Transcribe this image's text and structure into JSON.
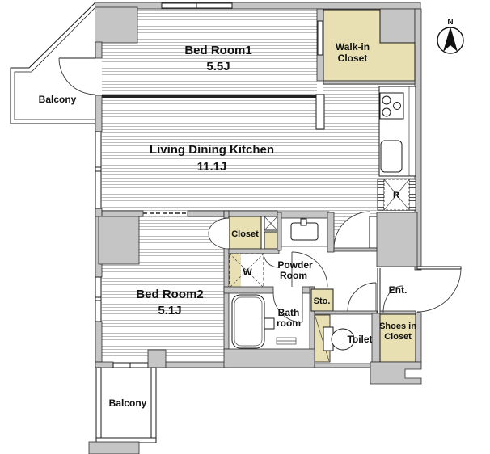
{
  "compass": {
    "label": "N"
  },
  "rooms": {
    "bedroom1": {
      "name": "Bed Room1",
      "size": "5.5J"
    },
    "walk_in_closet": {
      "line1": "Walk-in",
      "line2": "Closet"
    },
    "ldk": {
      "name": "Living Dining Kitchen",
      "size": "11.1J"
    },
    "balcony_top": {
      "name": "Balcony"
    },
    "balcony_bottom": {
      "name": "Balcony"
    },
    "bedroom2": {
      "name": "Bed Room2",
      "size": "5.1J"
    },
    "closet": {
      "name": "Closet"
    },
    "powder_room": {
      "line1": "Powder",
      "line2": "Room"
    },
    "bath_room": {
      "line1": "Bath",
      "line2": "room"
    },
    "storage": {
      "name": "Sto."
    },
    "toilet": {
      "name": "Toilet"
    },
    "entrance": {
      "name": "Ent."
    },
    "shoes_closet": {
      "line1": "Shoes in",
      "line2": "Closet"
    },
    "washer_symbol": "W",
    "refrigerator_symbol": "R"
  },
  "colors": {
    "wall": "#c5c5c5",
    "beige": "#e8dfb2",
    "floor_line": "#bdbdbd"
  }
}
